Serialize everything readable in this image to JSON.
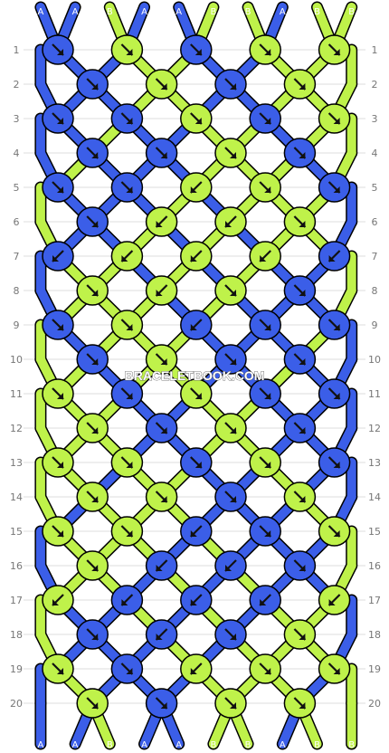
{
  "colors": {
    "A": "#3b5ee8",
    "B": "#bff24a",
    "outline": "#000000",
    "grid": "#dddddd",
    "arrow": "#111111",
    "background": "#ffffff"
  },
  "strands": {
    "top": [
      "A",
      "A",
      "B",
      "A",
      "A",
      "B",
      "B",
      "A",
      "B",
      "B"
    ],
    "bottom": [
      "A",
      "A",
      "B",
      "A",
      "A",
      "B",
      "B",
      "A",
      "B",
      "B"
    ]
  },
  "row_labels": [
    "1",
    "2",
    "3",
    "4",
    "5",
    "6",
    "7",
    "8",
    "9",
    "10",
    "11",
    "12",
    "13",
    "14",
    "15",
    "16",
    "17",
    "18",
    "19",
    "20"
  ],
  "knots": [
    [
      {
        "c": "A",
        "d": "se"
      },
      {
        "c": "B",
        "d": "se"
      },
      {
        "c": "A",
        "d": "se"
      },
      {
        "c": "B",
        "d": "se"
      },
      {
        "c": "B",
        "d": "se"
      }
    ],
    [
      {
        "c": "A",
        "d": "se"
      },
      {
        "c": "B",
        "d": "se"
      },
      {
        "c": "A",
        "d": "se"
      },
      {
        "c": "B",
        "d": "se"
      }
    ],
    [
      {
        "c": "A",
        "d": "se"
      },
      {
        "c": "A",
        "d": "se"
      },
      {
        "c": "B",
        "d": "se"
      },
      {
        "c": "A",
        "d": "se"
      },
      {
        "c": "B",
        "d": "se"
      }
    ],
    [
      {
        "c": "A",
        "d": "se"
      },
      {
        "c": "A",
        "d": "se"
      },
      {
        "c": "B",
        "d": "se"
      },
      {
        "c": "A",
        "d": "se"
      }
    ],
    [
      {
        "c": "A",
        "d": "se"
      },
      {
        "c": "A",
        "d": "se"
      },
      {
        "c": "B",
        "d": "sw"
      },
      {
        "c": "B",
        "d": "se"
      },
      {
        "c": "A",
        "d": "se"
      }
    ],
    [
      {
        "c": "A",
        "d": "se"
      },
      {
        "c": "B",
        "d": "sw"
      },
      {
        "c": "B",
        "d": "sw"
      },
      {
        "c": "B",
        "d": "se"
      }
    ],
    [
      {
        "c": "A",
        "d": "sw"
      },
      {
        "c": "B",
        "d": "sw"
      },
      {
        "c": "B",
        "d": "sw"
      },
      {
        "c": "B",
        "d": "sw"
      },
      {
        "c": "A",
        "d": "sw"
      }
    ],
    [
      {
        "c": "B",
        "d": "se"
      },
      {
        "c": "B",
        "d": "sw"
      },
      {
        "c": "B",
        "d": "se"
      },
      {
        "c": "A",
        "d": "se"
      }
    ],
    [
      {
        "c": "A",
        "d": "se"
      },
      {
        "c": "B",
        "d": "se"
      },
      {
        "c": "A",
        "d": "sw"
      },
      {
        "c": "A",
        "d": "se"
      },
      {
        "c": "A",
        "d": "se"
      }
    ],
    [
      {
        "c": "A",
        "d": "se"
      },
      {
        "c": "B",
        "d": "se"
      },
      {
        "c": "A",
        "d": "se"
      },
      {
        "c": "A",
        "d": "se"
      }
    ],
    [
      {
        "c": "B",
        "d": "se"
      },
      {
        "c": "A",
        "d": "se"
      },
      {
        "c": "B",
        "d": "se"
      },
      {
        "c": "A",
        "d": "se"
      },
      {
        "c": "A",
        "d": "se"
      }
    ],
    [
      {
        "c": "B",
        "d": "se"
      },
      {
        "c": "A",
        "d": "se"
      },
      {
        "c": "B",
        "d": "se"
      },
      {
        "c": "A",
        "d": "se"
      }
    ],
    [
      {
        "c": "B",
        "d": "se"
      },
      {
        "c": "B",
        "d": "se"
      },
      {
        "c": "A",
        "d": "se"
      },
      {
        "c": "B",
        "d": "se"
      },
      {
        "c": "A",
        "d": "se"
      }
    ],
    [
      {
        "c": "B",
        "d": "se"
      },
      {
        "c": "B",
        "d": "se"
      },
      {
        "c": "A",
        "d": "se"
      },
      {
        "c": "B",
        "d": "se"
      }
    ],
    [
      {
        "c": "B",
        "d": "se"
      },
      {
        "c": "B",
        "d": "se"
      },
      {
        "c": "A",
        "d": "sw"
      },
      {
        "c": "A",
        "d": "se"
      },
      {
        "c": "B",
        "d": "se"
      }
    ],
    [
      {
        "c": "B",
        "d": "se"
      },
      {
        "c": "A",
        "d": "sw"
      },
      {
        "c": "A",
        "d": "sw"
      },
      {
        "c": "A",
        "d": "se"
      }
    ],
    [
      {
        "c": "B",
        "d": "sw"
      },
      {
        "c": "A",
        "d": "sw"
      },
      {
        "c": "A",
        "d": "sw"
      },
      {
        "c": "A",
        "d": "sw"
      },
      {
        "c": "B",
        "d": "sw"
      }
    ],
    [
      {
        "c": "A",
        "d": "se"
      },
      {
        "c": "A",
        "d": "sw"
      },
      {
        "c": "A",
        "d": "se"
      },
      {
        "c": "B",
        "d": "se"
      }
    ],
    [
      {
        "c": "B",
        "d": "se"
      },
      {
        "c": "A",
        "d": "se"
      },
      {
        "c": "B",
        "d": "sw"
      },
      {
        "c": "B",
        "d": "se"
      },
      {
        "c": "B",
        "d": "se"
      }
    ],
    [
      {
        "c": "B",
        "d": "se"
      },
      {
        "c": "A",
        "d": "se"
      },
      {
        "c": "B",
        "d": "se"
      },
      {
        "c": "B",
        "d": "se"
      }
    ]
  ],
  "watermark": "BRACELETBOOK.COM"
}
